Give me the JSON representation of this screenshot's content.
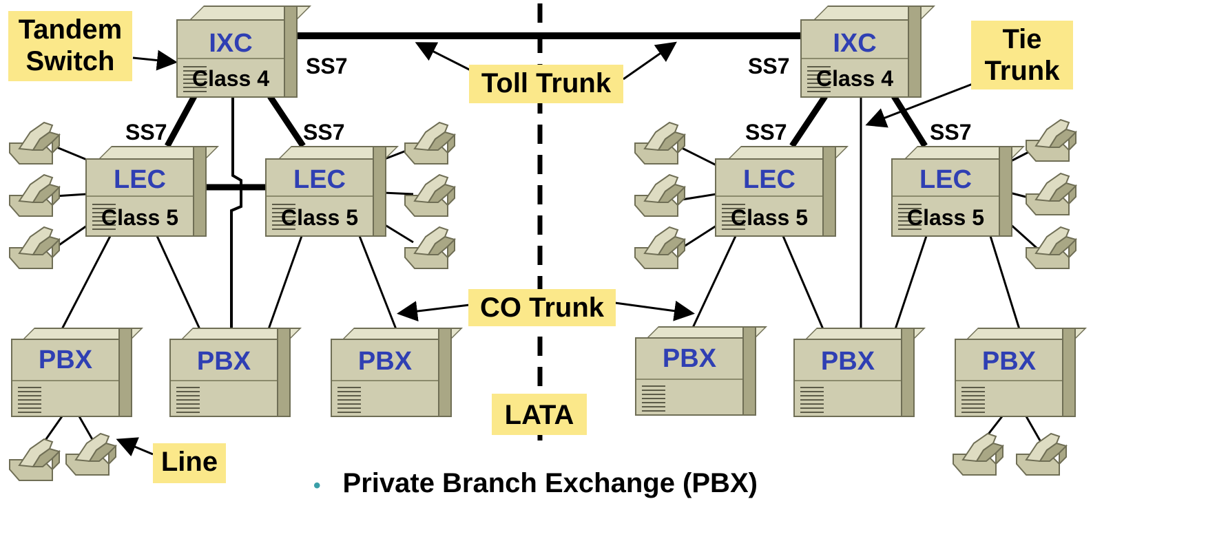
{
  "labels": {
    "tandem_switch": "Tandem\nSwitch",
    "toll_trunk": "Toll Trunk",
    "tie_trunk": "Tie\nTrunk",
    "co_trunk": "CO Trunk",
    "lata": "LATA",
    "line": "Line",
    "ss7": "SS7"
  },
  "nodes": {
    "ixc_title": "IXC",
    "ixc_class": "Class 4",
    "lec_title": "LEC",
    "lec_class": "Class 5",
    "pbx_title": "PBX"
  },
  "footer": {
    "bullet": "•",
    "text": "Private Branch Exchange (PBX)"
  },
  "colors": {
    "callout": "#fbe88a",
    "node_title": "#2f3fb3",
    "equipment_face": "#cfcdb0",
    "equipment_side": "#a9a785"
  }
}
